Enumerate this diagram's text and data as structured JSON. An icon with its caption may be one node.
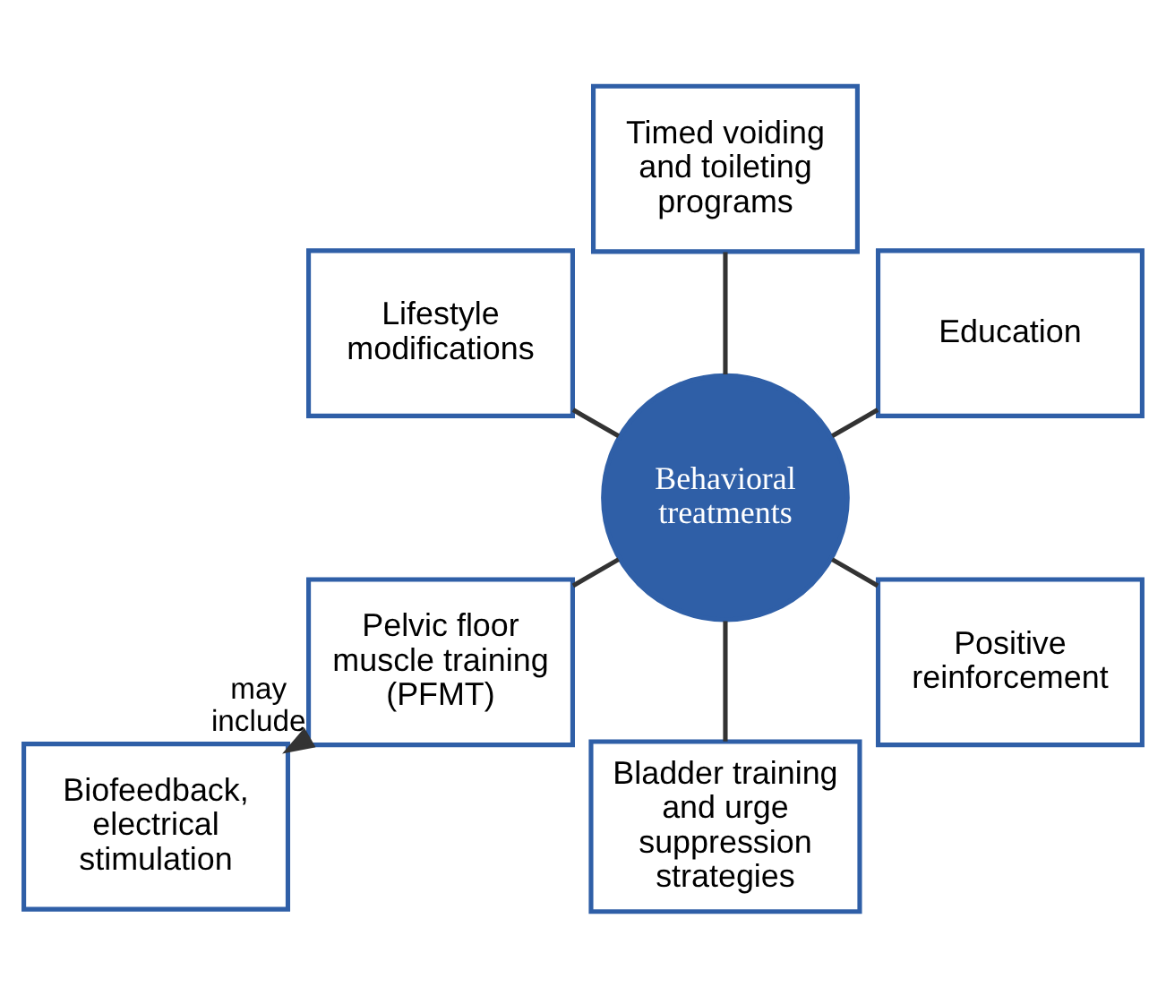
{
  "diagram": {
    "nodes": [
      {
        "text": [
          "Education"
        ]
      },
      {
        "text": [
          "Timed voiding and toileting programs"
        ]
      },
      {
        "text": [
          "Lifestyle modifications"
        ]
      },
      {
        "text": [
          "Behavioral treatments"
        ]
      },
      {
        "text": [
          "Pelvic floor muscle training (PFMT)"
        ]
      },
      {
        "text": [
          "Bladder training and urge suppression strategies"
        ]
      },
      {
        "text": [
          "Positive reinforcement"
        ]
      },
      {
        "text": [
          "Biofeedback, electrical stimulation"
        ]
      }
    ],
    "edges": [
      {
        "from": 3,
        "to": 0,
        "arrow": "none"
      },
      {
        "from": 3,
        "to": 1,
        "arrow": "none"
      },
      {
        "from": 3,
        "to": 2,
        "arrow": "none"
      },
      {
        "from": 3,
        "to": 4,
        "arrow": "none"
      },
      {
        "from": 3,
        "to": 5,
        "arrow": "none"
      },
      {
        "from": 3,
        "to": 6,
        "arrow": "none"
      },
      {
        "from": 4,
        "to": 7,
        "label": "may include",
        "arrow": "to"
      }
    ]
  }
}
